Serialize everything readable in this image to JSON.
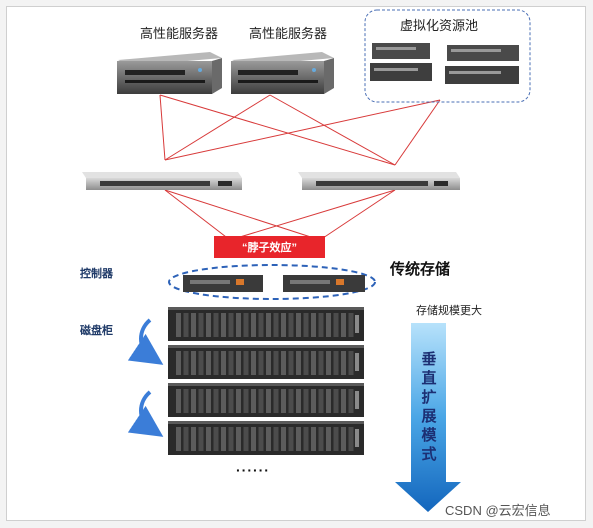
{
  "servers": [
    {
      "label": "高性能服务器"
    },
    {
      "label": "高性能服务器"
    }
  ],
  "virtual_pool": {
    "label": "虚拟化资源池"
  },
  "bottleneck": {
    "label": "“脖子效应”"
  },
  "controller_label": "控制器",
  "cabinet_label": "磁盘柜",
  "storage_title": "传统存储",
  "scale_note": "存储规模更大",
  "vertical_mode": [
    "垂",
    "直",
    "扩",
    "展",
    "模",
    "式"
  ],
  "ellipsis": "······",
  "watermark": "CSDN @云宏信息",
  "colors": {
    "link": "#d83a3a",
    "bottleneck_fill": "#e8252b",
    "pool_border": "#4a6fb5",
    "arrow_top": "#9fd3f5",
    "arrow_bottom": "#1673c7",
    "side_text": "#1f3a68",
    "curve": "#3b7dd8"
  }
}
